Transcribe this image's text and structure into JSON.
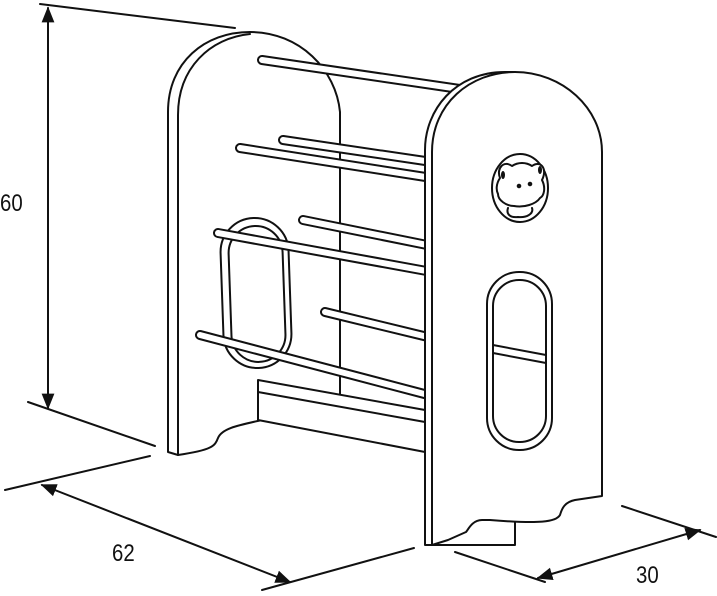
{
  "dimensions": {
    "height": "60",
    "width": "62",
    "depth": "30"
  },
  "colors": {
    "line": "#111111",
    "background": "#ffffff"
  }
}
